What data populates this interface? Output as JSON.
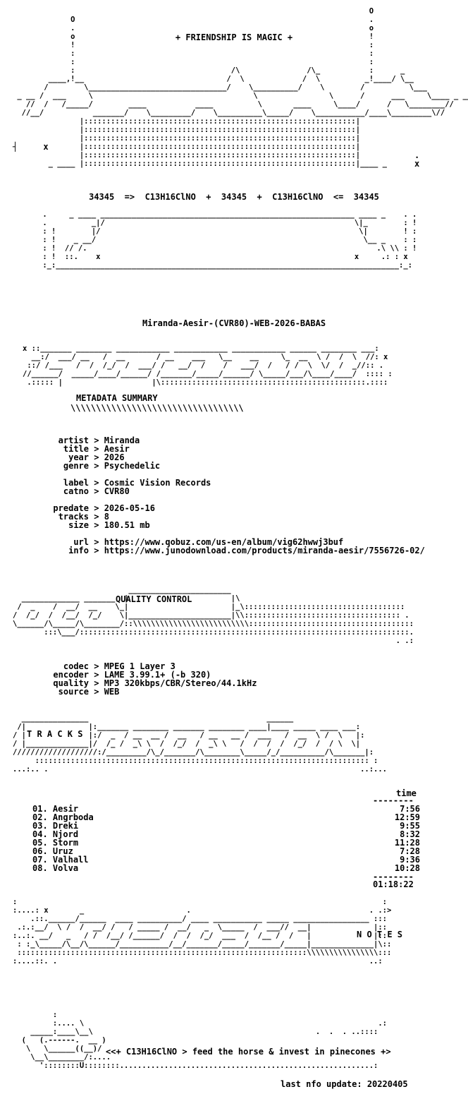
{
  "header": {
    "tagline": "+ FRIENDSHIP IS MAGIC +",
    "formula_line": "34345  =>  C13H16ClNO  +  34345  +  C13H16ClNO  <=  34345"
  },
  "release_name": "Miranda-Aesir-(CVR80)-WEB-2026-BABAS",
  "sections": {
    "metadata_title": "METADATA SUMMARY",
    "quality_title": "QUALITY CONTROL",
    "tracks_title": "T R A C K S",
    "notes_title": "N O T E S"
  },
  "metadata": [
    {
      "key": "artist",
      "value": "Miranda"
    },
    {
      "key": "title",
      "value": "Aesir"
    },
    {
      "key": "year",
      "value": "2026"
    },
    {
      "key": "genre",
      "value": "Psychedelic"
    },
    {
      "key": "",
      "value": ""
    },
    {
      "key": "label",
      "value": "Cosmic Vision Records"
    },
    {
      "key": "catno",
      "value": "CVR80"
    },
    {
      "key": "",
      "value": ""
    },
    {
      "key": "predate",
      "value": "2026-05-16"
    },
    {
      "key": "tracks",
      "value": "8"
    },
    {
      "key": "size",
      "value": "180.51 mb"
    },
    {
      "key": "",
      "value": ""
    },
    {
      "key": "url",
      "value": "https://www.qobuz.com/us-en/album/vig62hwwj3buf"
    },
    {
      "key": "info",
      "value": "https://www.junodownload.com/products/miranda-aesir/7556726-02/"
    }
  ],
  "quality": [
    {
      "key": "codec",
      "value": "MPEG 1 Layer 3"
    },
    {
      "key": "encoder",
      "value": "LAME 3.99.1+ (-b 320)"
    },
    {
      "key": "quality",
      "value": "MP3 320kbps/CBR/Stereo/44.1kHz"
    },
    {
      "key": "source",
      "value": "WEB"
    }
  ],
  "tracklist": {
    "time_header": "time",
    "tracks": [
      {
        "num": "01.",
        "title": "Aesir",
        "time": "7:56"
      },
      {
        "num": "02.",
        "title": "Angrboda",
        "time": "12:59"
      },
      {
        "num": "03.",
        "title": "Dreki",
        "time": "9:55"
      },
      {
        "num": "04.",
        "title": "Njord",
        "time": "8:32"
      },
      {
        "num": "05.",
        "title": "Storm",
        "time": "11:28"
      },
      {
        "num": "06.",
        "title": "Uruz",
        "time": "7:28"
      },
      {
        "num": "07.",
        "title": "Valhall",
        "time": "9:36"
      },
      {
        "num": "08.",
        "title": "Volva",
        "time": "10:28"
      }
    ],
    "total": "01:18:22"
  },
  "footer": {
    "slogan": "<<+ C13H16ClNO > feed the horse & invest in pinecones +>",
    "last_update": "last nfo update: 20220405"
  }
}
